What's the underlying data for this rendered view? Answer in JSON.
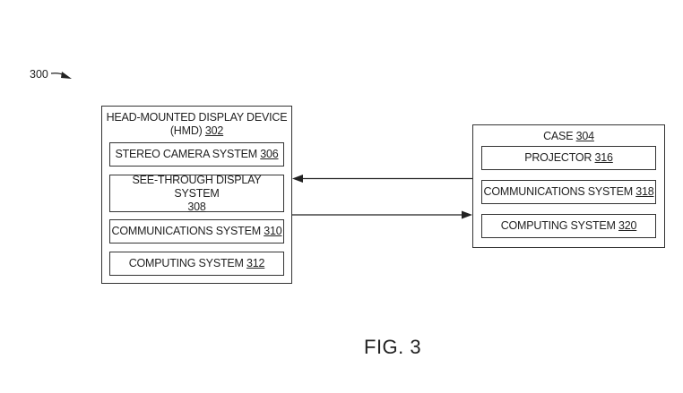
{
  "figure": {
    "reference_label": "300",
    "caption": "FIG. 3"
  },
  "hmd": {
    "title_line1": "HEAD-MOUNTED DISPLAY DEVICE",
    "title_line2": "(HMD)",
    "ref": "302",
    "components": [
      {
        "label": "STEREO CAMERA SYSTEM",
        "ref": "306"
      },
      {
        "label": "SEE-THROUGH DISPLAY SYSTEM",
        "ref": "308"
      },
      {
        "label": "COMMUNICATIONS SYSTEM",
        "ref": "310"
      },
      {
        "label": "COMPUTING SYSTEM",
        "ref": "312"
      }
    ]
  },
  "case": {
    "title": "CASE",
    "ref": "304",
    "components": [
      {
        "label": "PROJECTOR",
        "ref": "316"
      },
      {
        "label": "COMMUNICATIONS SYSTEM",
        "ref": "318"
      },
      {
        "label": "COMPUTING SYSTEM",
        "ref": "320"
      }
    ]
  },
  "connections": [
    {
      "from": "case",
      "to": "hmd",
      "direction": "left"
    },
    {
      "from": "hmd",
      "to": "case",
      "direction": "right"
    }
  ]
}
